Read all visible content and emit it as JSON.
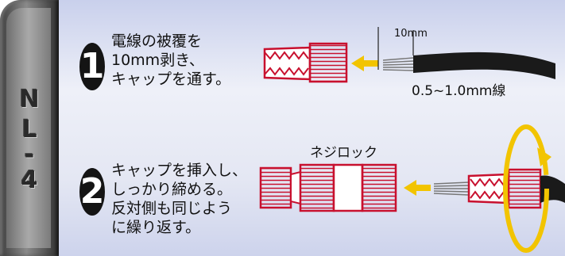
{
  "model": {
    "chars": [
      "N",
      "L",
      "-",
      "4"
    ]
  },
  "steps": [
    {
      "number": "1",
      "lines": [
        "電線の被覆を",
        "10mm剥き、",
        "キャップを通す。"
      ]
    },
    {
      "number": "2",
      "lines": [
        "キャップを挿入し、",
        "しっかり締める。",
        "反対側も同じよう",
        "に繰り返す。"
      ]
    }
  ],
  "diagram": {
    "strip_length": "10mm",
    "wire_gauge": "0.5~1.0mm線",
    "connector_label": "ネジロック"
  },
  "colors": {
    "cap_red": "#c8102e",
    "arrow_yellow": "#f2c400",
    "wire_black": "#1a1a1a"
  },
  "icons": [
    "arrow-left-icon",
    "rotate-arrow-icon"
  ]
}
